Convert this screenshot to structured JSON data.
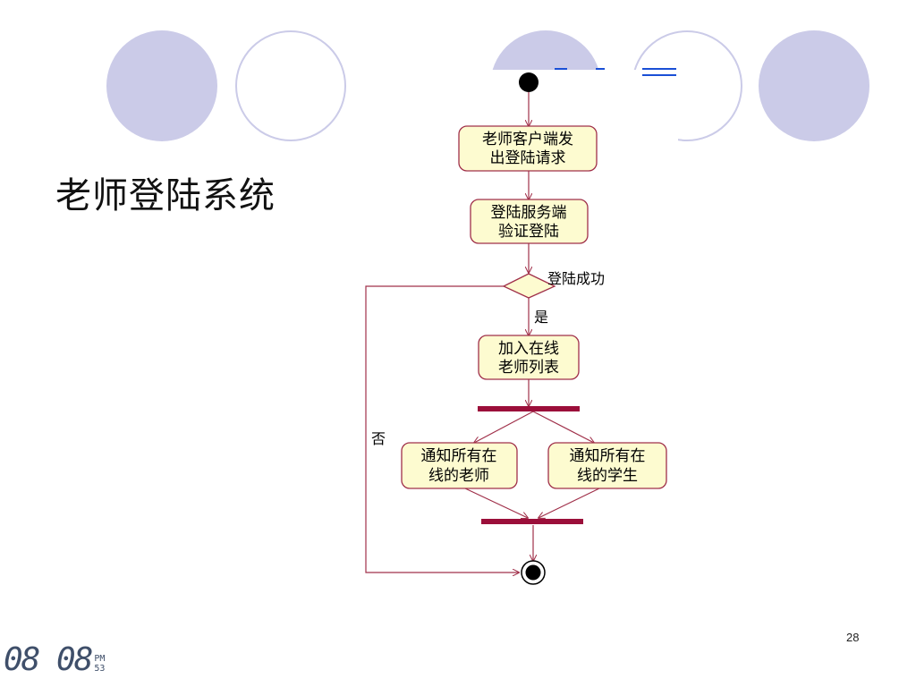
{
  "slide": {
    "title": "老师登陆系统",
    "page_number": "28"
  },
  "clock": {
    "time": "08 08",
    "period": "PM",
    "seconds": "53"
  },
  "colors": {
    "circle_fill": "#cbcbe8",
    "node_fill": "#fdfbd0",
    "node_border": "#a0304a",
    "arrow": "#a0304a",
    "bar": "#9b0f3a",
    "title_fragment": "#1a4fd6"
  },
  "diagram": {
    "activities": [
      {
        "id": "request",
        "line1": "老师客户端发",
        "line2": "出登陆请求"
      },
      {
        "id": "verify",
        "line1": "登陆服务端",
        "line2": "验证登陆"
      },
      {
        "id": "add_online",
        "line1": "加入在线",
        "line2": "老师列表"
      },
      {
        "id": "notify_teachers",
        "line1": "通知所有在",
        "line2": "线的老师"
      },
      {
        "id": "notify_students",
        "line1": "通知所有在",
        "line2": "线的学生"
      }
    ],
    "decision_label": "登陆成功",
    "yes_label": "是",
    "no_label": "否"
  }
}
